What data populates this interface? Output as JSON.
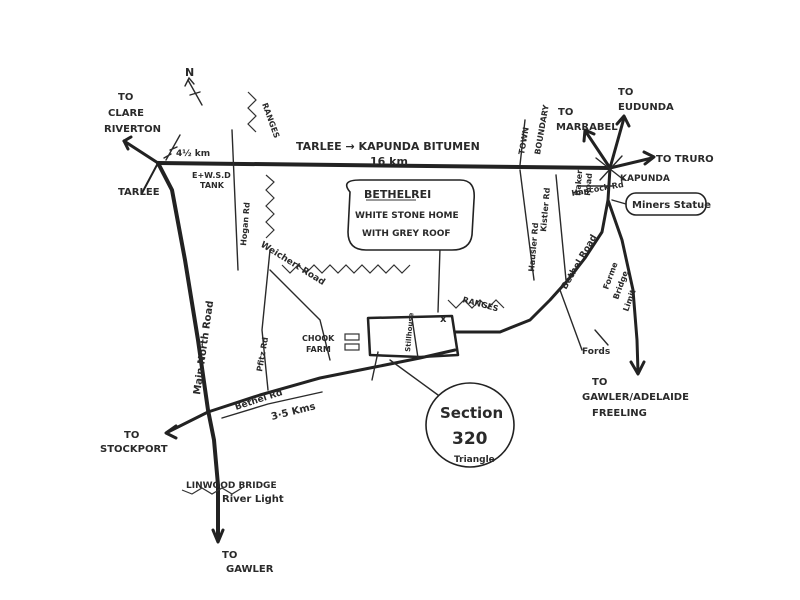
{
  "map": {
    "north": "N",
    "destinations": {
      "clare_to": "TO",
      "clare": "CLARE",
      "riverton": "RIVERTON",
      "eudunda_to": "TO",
      "eudunda": "EUDUNDA",
      "marrabel_to": "TO",
      "marrabel": "MARRABEL",
      "truro": "TO TRURO",
      "stockport_to": "TO",
      "stockport": "STOCKPORT",
      "gawler_to": "TO",
      "gawler": "GAWLER",
      "gawler_adelaide_to": "TO",
      "gawler_adelaide": "GAWLER/ADELAIDE",
      "freeling": "FREELING"
    },
    "places": {
      "tarlee": "TARLEE",
      "kapunda": "KAPUNDA",
      "ewsd_tank_line1": "E+W.S.D",
      "ewsd_tank_line2": "TANK",
      "chook_farm_line1": "CHOOK",
      "chook_farm_line2": "FARM",
      "miners_statue": "Miners Statue",
      "town_boundary_line1": "TOWN",
      "town_boundary_line2": "BOUNDARY",
      "linwood_bridge": "LINWOOD BRIDGE",
      "river_light": "River Light",
      "fords": "Fords",
      "forms_bridge_line1": "Forme",
      "forms_bridge_line2": "Bridge",
      "forms_bridge_line3": "Limit"
    },
    "roads": {
      "tarlee_kapunda": "TARLEE → KAPUNDA BITUMEN",
      "tarlee_kapunda_dist": "16 km",
      "dist_4half": "4½ km",
      "main_north_road": "Main North Road",
      "bethel_rd_lower": "Bethel Rd",
      "bethel_road_upper": "Bethel Road",
      "weichert_road": "Weichert Road",
      "pfitz_rd": "Pfitz Rd",
      "hogan_rd": "Hogan Rd",
      "hausler_rd": "Hausler Rd",
      "kistler_rd": "Kistler Rd",
      "baker_rd_line1": "Baker",
      "baker_rd_line2": "Road",
      "hancock_rd": "Hancock Rd",
      "stillhouse_rd": "Stillhouse",
      "dist_35": "3·5 Kms",
      "ranges_1": "RANGES",
      "ranges_2": "RANGES"
    },
    "callout": {
      "title": "BETHELREI",
      "line1": "WHITE STONE HOME",
      "line2": "WITH GREY ROOF"
    },
    "section": {
      "line1": "Section",
      "line2": "320",
      "line3": "Triangle"
    }
  }
}
